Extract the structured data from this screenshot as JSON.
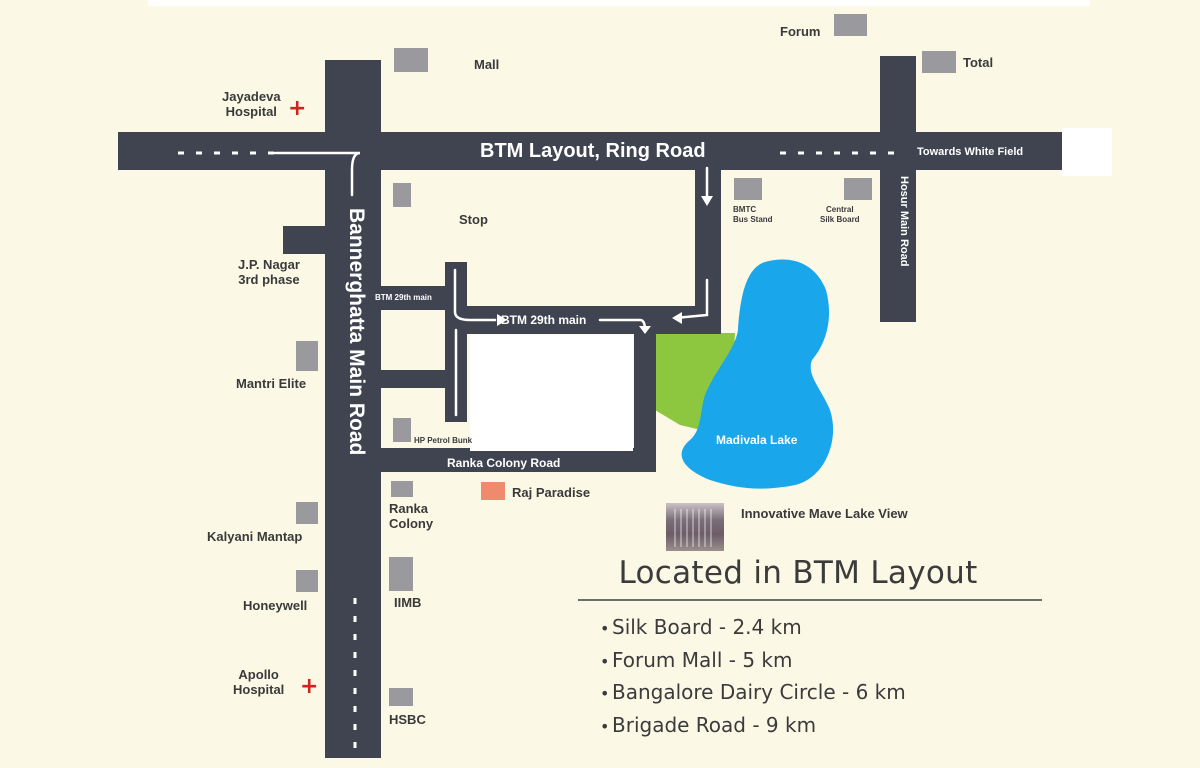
{
  "map": {
    "roads": {
      "ring_road": "BTM Layout, Ring Road",
      "bannerghatta": "Bannerghatta Main Road",
      "hosur": "Hosur Main Road",
      "btm_29th_main": "BTM 29th main",
      "btm_29th_main_small": "BTM 29th main",
      "ranka_colony_road": "Ranka Colony Road",
      "towards_whitefield": "Towards White Field"
    },
    "landmarks": {
      "forum": "Forum",
      "total": "Total",
      "mall": "Mall",
      "jayadeva": "Jayadeva\nHospital",
      "stop": "Stop",
      "bmtc": "BMTC\nBus Stand",
      "central_silk_board": "Central\nSilk Board",
      "jp_nagar": "J.P. Nagar\n3rd phase",
      "mantri_elite": "Mantri Elite",
      "hp_petrol_bunk": "HP Petrol Bunk",
      "madivala_lake": "Madivala Lake",
      "raj_paradise": "Raj Paradise",
      "ranka_colony": "Ranka\nColony",
      "kalyani_mantap": "Kalyani Mantap",
      "iimb": "IIMB",
      "honeywell": "Honeywell",
      "apollo": "Apollo\nHospital",
      "hsbc": "HSBC",
      "innovative": "Innovative Mave Lake View"
    },
    "colors": {
      "background": "#fbf8e6",
      "road": "#3f4450",
      "lake": "#1aa6ea",
      "park": "#8dc63f",
      "landmark": "#9a9a9e",
      "project": "#f08a6c",
      "hospital_cross": "#d42020"
    },
    "icons": {
      "hospital": "red-cross-icon",
      "building": "grey-square-icon",
      "arrow": "white-arrow-icon"
    }
  },
  "info": {
    "heading": "Located in BTM Layout",
    "distances": [
      "Silk Board - 2.4 km",
      "Forum Mall - 5 km",
      "Bangalore Dairy Circle - 6 km",
      "Brigade Road - 9 km"
    ]
  }
}
